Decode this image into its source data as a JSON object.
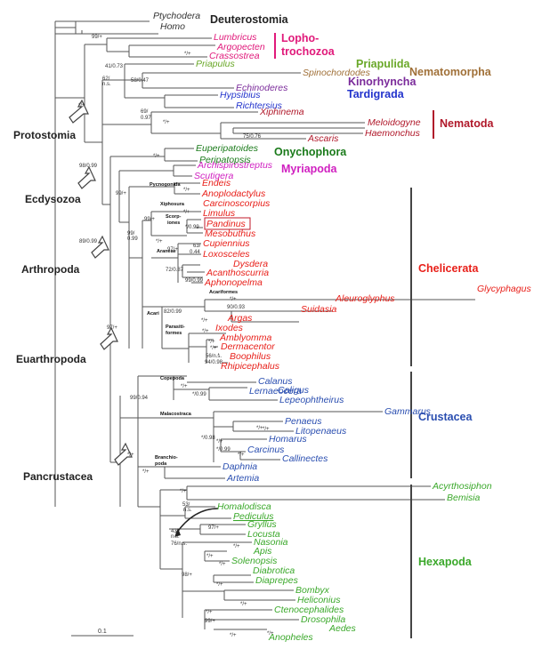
{
  "colors": {
    "deuterostomia": "#333333",
    "lophotrochozoa": "#e0197a",
    "priapulida": "#6aa829",
    "nematomorpha": "#a07038",
    "kinorhyncha": "#7a2a9a",
    "tardigrada": "#2233cc",
    "nematoda": "#b0182a",
    "onychophora": "#1a7a1a",
    "myriapoda": "#d020c0",
    "chelicerata": "#e8201a",
    "crustacea": "#2a4eb0",
    "hexapoda": "#3aa82a",
    "branch": "#555555"
  },
  "taxa": {
    "ptychodera": "Ptychodera",
    "homo": "Homo",
    "lumbricus": "Lumbricus",
    "argopecten": "Argopecten",
    "crassostrea": "Crassostrea",
    "priapulus": "Priapulus",
    "spinochordodes": "Spinochordodes",
    "echinoderes": "Echinoderes",
    "hypsibius": "Hypsibius",
    "richtersius": "Richtersius",
    "xiphinema": "Xiphinema",
    "meloidogyne": "Meloidogyne",
    "haemonchus": "Haemonchus",
    "ascaris": "Ascaris",
    "euperipatoides": "Euperipatoides",
    "peripatopsis": "Peripatopsis",
    "archispirostreptus": "Archispirostreptus",
    "scutigera": "Scutigera",
    "endeis": "Endeis",
    "anoplodactylus": "Anoplodactylus",
    "carcinoscorpius": "Carcinoscorpius",
    "limulus": "Limulus",
    "pandinus": "Pandinus",
    "mesobuthus": "Mesobuthus",
    "cupiennius": "Cupiennius",
    "loxosceles": "Loxosceles",
    "dysdera": "Dysdera",
    "acanthoscurria": "Acanthoscurria",
    "aphonopelma": "Aphonopelma",
    "glycyphagus": "Glycyphagus",
    "aleuroglyphus": "Aleuroglyphus",
    "suidasia": "Suidasia",
    "argas": "Argas",
    "ixodes": "Ixodes",
    "amblyomma": "Amblyomma",
    "dermacentor": "Dermacentor",
    "boophilus": "Boophilus",
    "rhipicephalus": "Rhipicephalus",
    "calanus": "Calanus",
    "lernaeocera": "Lernaeocera",
    "caligus": "Caligus",
    "lepeophtheirus": "Lepeophtheirus",
    "gammarus": "Gammarus",
    "penaeus": "Penaeus",
    "litopenaeus": "Litopenaeus",
    "homarus": "Homarus",
    "carcinus": "Carcinus",
    "callinectes": "Callinectes",
    "daphnia": "Daphnia",
    "artemia": "Artemia",
    "acyrthosiphon": "Acyrthosiphon",
    "bemisia": "Bemisia",
    "homalodisca": "Homalodisca",
    "pediculus": "Pediculus",
    "gryllus": "Gryllus",
    "locusta": "Locusta",
    "nasonia": "Nasonia",
    "apis": "Apis",
    "solenopsis": "Solenopsis",
    "diabrotica": "Diabrotica",
    "diaprepes": "Diaprepes",
    "bombyx": "Bombyx",
    "heliconius": "Heliconius",
    "ctenocephalides": "Ctenocephalides",
    "drosophila": "Drosophila",
    "aedes": "Aedes",
    "anopheles": "Anopheles"
  },
  "groups": {
    "deuterostomia": "Deuterostomia",
    "lophotrochozoa_1": "Lopho-",
    "lophotrochozoa_2": "trochozoa",
    "priapulida": "Priapulida",
    "nematomorpha": "Nematomorpha",
    "kinorhyncha": "Kinorhyncha",
    "tardigrada": "Tardigrada",
    "nematoda": "Nematoda",
    "onychophora": "Onychophora",
    "myriapoda": "Myriapoda",
    "chelicerata": "Chelicerata",
    "crustacea": "Crustacea",
    "hexapoda": "Hexapoda"
  },
  "subclades": {
    "pycnogonida": "Pycnogonida",
    "xiphosura": "Xiphosura",
    "scorpiones_1": "Scorp-",
    "scorpiones_2": "iones",
    "araneae": "Araneae",
    "acariformes": "Acariformes",
    "acari": "Acari",
    "parasitiformes_1": "Parasiti-",
    "parasitiformes_2": "formes",
    "copepoda": "Copepoda",
    "malacostraca": "Malacostraca",
    "branchiopoda_1": "Branchio-",
    "branchiopoda_2": "poda"
  },
  "major_clades": {
    "protostomia": "Protostomia",
    "ecdysozoa": "Ecdysozoa",
    "arthropoda": "Arthropoda",
    "euarthropoda": "Euarthropoda",
    "pancrustacea": "Pancrustacea"
  },
  "supports": {
    "lopho": "99/+",
    "lopho_inner": "*/+",
    "s41": "41/0.73",
    "s62_1": "62/",
    "s62_2": "n.s.",
    "s58": "58/0.47",
    "s69_1": "69/",
    "s69_2": "0.97",
    "proto": "*/+",
    "nema_inner": "*/+",
    "s75": "75/0.76",
    "s98": "98/0.99",
    "ony": "*/+",
    "s99": "99/+",
    "pyc": "*/+",
    "s99b": "99/+",
    "s99c_1": "99/",
    "s99c_2": "0.99",
    "sxiph": "*/+",
    "s0_99": "*/0.99",
    "s97": "97/+",
    "s63_1": "63/",
    "s63_2": "0.44",
    "sara": "*/+",
    "s72": "72/0.87",
    "s99_99": "99/0.99",
    "s89": "89/0.99",
    "s82": "82/0.99",
    "sacarif": "*/+",
    "s90": "90/0.93",
    "sarg": "*/+",
    "spara1": "*/+",
    "spara2": "*/+",
    "spara3": "*/+",
    "s56": "56/n.s.",
    "s94": "94/0.98",
    "s97b": "97/+",
    "s99_94": "99/0.94",
    "scope": "*/+",
    "s0_99b": "*/0.99",
    "smal1": "*/+",
    "s0_98": "*/0.98",
    "smal2": "*/+",
    "s0_99c": "*/0.99",
    "smal3": "*/+",
    "smal4": "*/+",
    "sbran": "*/+",
    "spanc": "*/+",
    "shex1": "*/+",
    "s53_1": "53/",
    "s53_2": "n.s.",
    "s43_1": "43/",
    "s43_2": "n.s.",
    "s76": "76/n.s.",
    "s97c": "97/+",
    "shex2": "*/+",
    "shex3": "*/+",
    "shex4": "*/+",
    "s98b": "98/+",
    "shex5": "*/+",
    "shex6": "*/+",
    "s99d": "99/+",
    "shex7": "*/+",
    "shex8": "*/+",
    "shex9": "*/+"
  },
  "scale_bar": "0.1"
}
